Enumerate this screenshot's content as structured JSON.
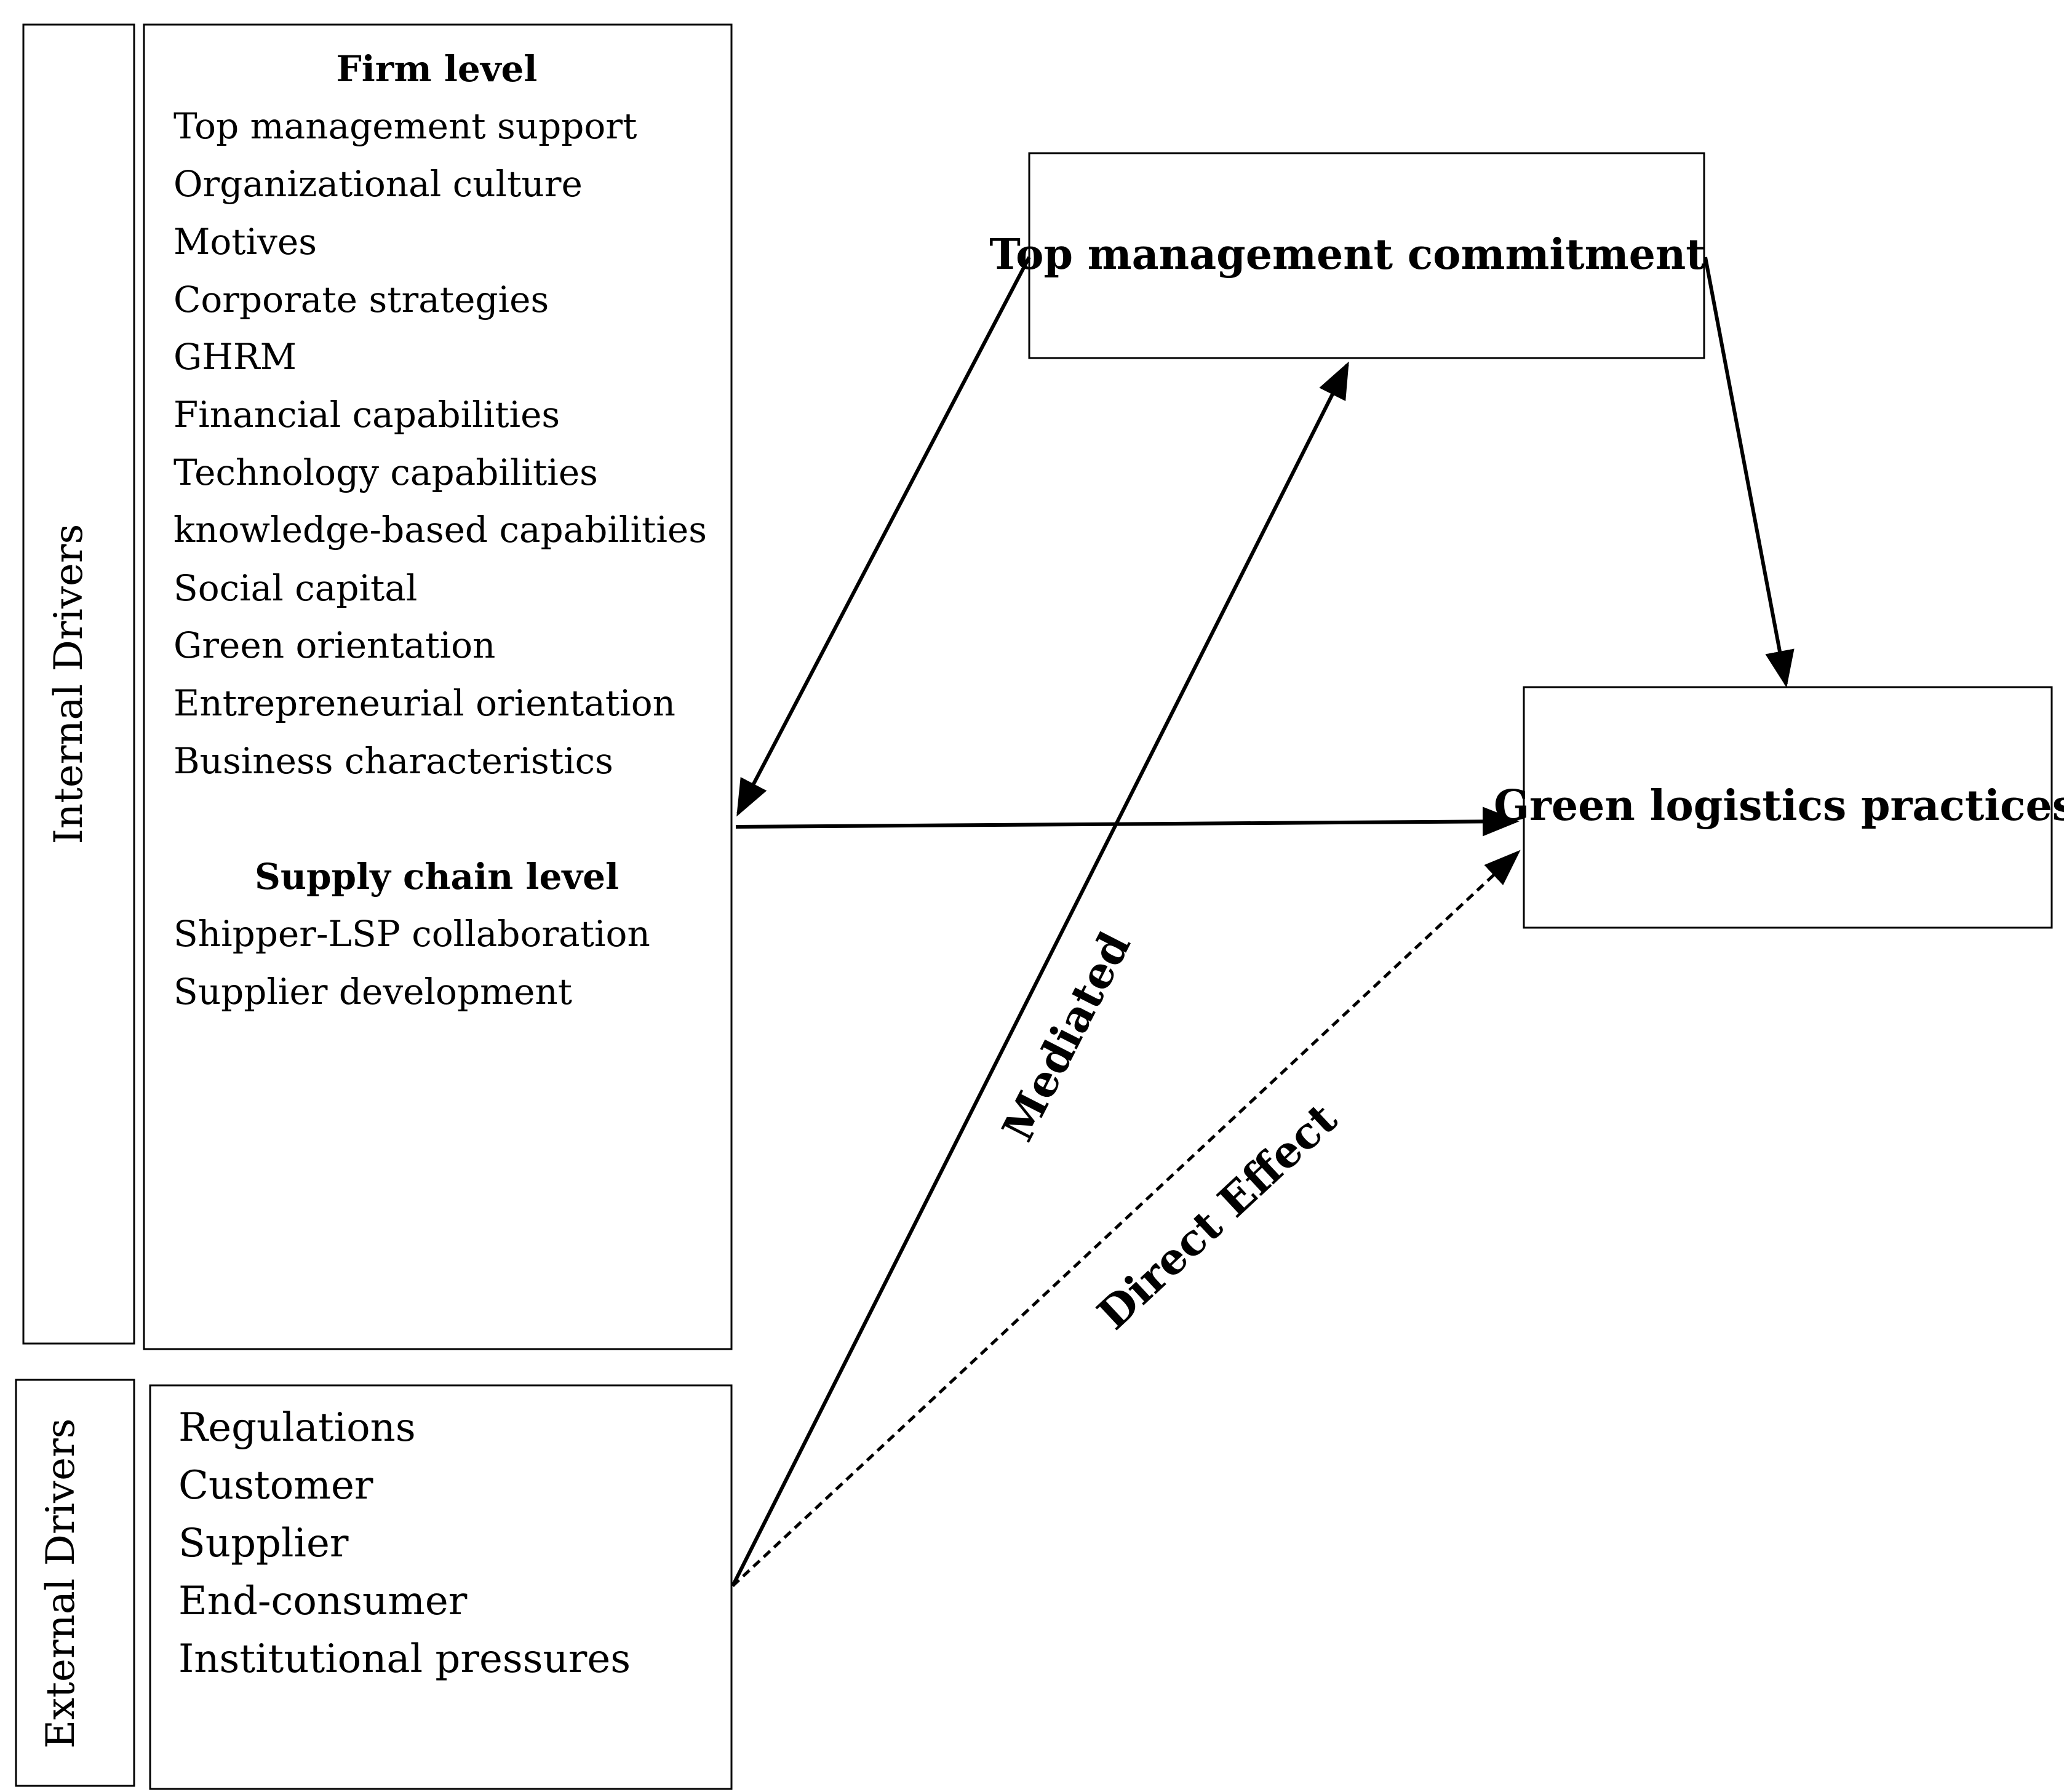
{
  "internal_drivers": {
    "side_label": "Internal Drivers",
    "firm_level": {
      "heading": "Firm level",
      "items": [
        "Top management support",
        "Organizational culture",
        "Motives",
        "Corporate strategies",
        "GHRM",
        "Financial capabilities",
        "Technology capabilities",
        "knowledge-based capabilities",
        "Social capital",
        "Green orientation",
        "Entrepreneurial orientation",
        "Business characteristics"
      ]
    },
    "supply_chain_level": {
      "heading": "Supply chain level",
      "items": [
        "Shipper-LSP collaboration",
        "Supplier development"
      ]
    }
  },
  "external_drivers": {
    "side_label": "External Drivers",
    "items": [
      "Regulations",
      "Customer",
      "Supplier",
      "End-consumer",
      "Institutional pressures"
    ]
  },
  "top_management": {
    "label": "Top management commitment"
  },
  "green_logistics": {
    "label": "Green logistics practices"
  },
  "paths": {
    "mediated": "Mediated",
    "direct": "Direct Effect"
  }
}
